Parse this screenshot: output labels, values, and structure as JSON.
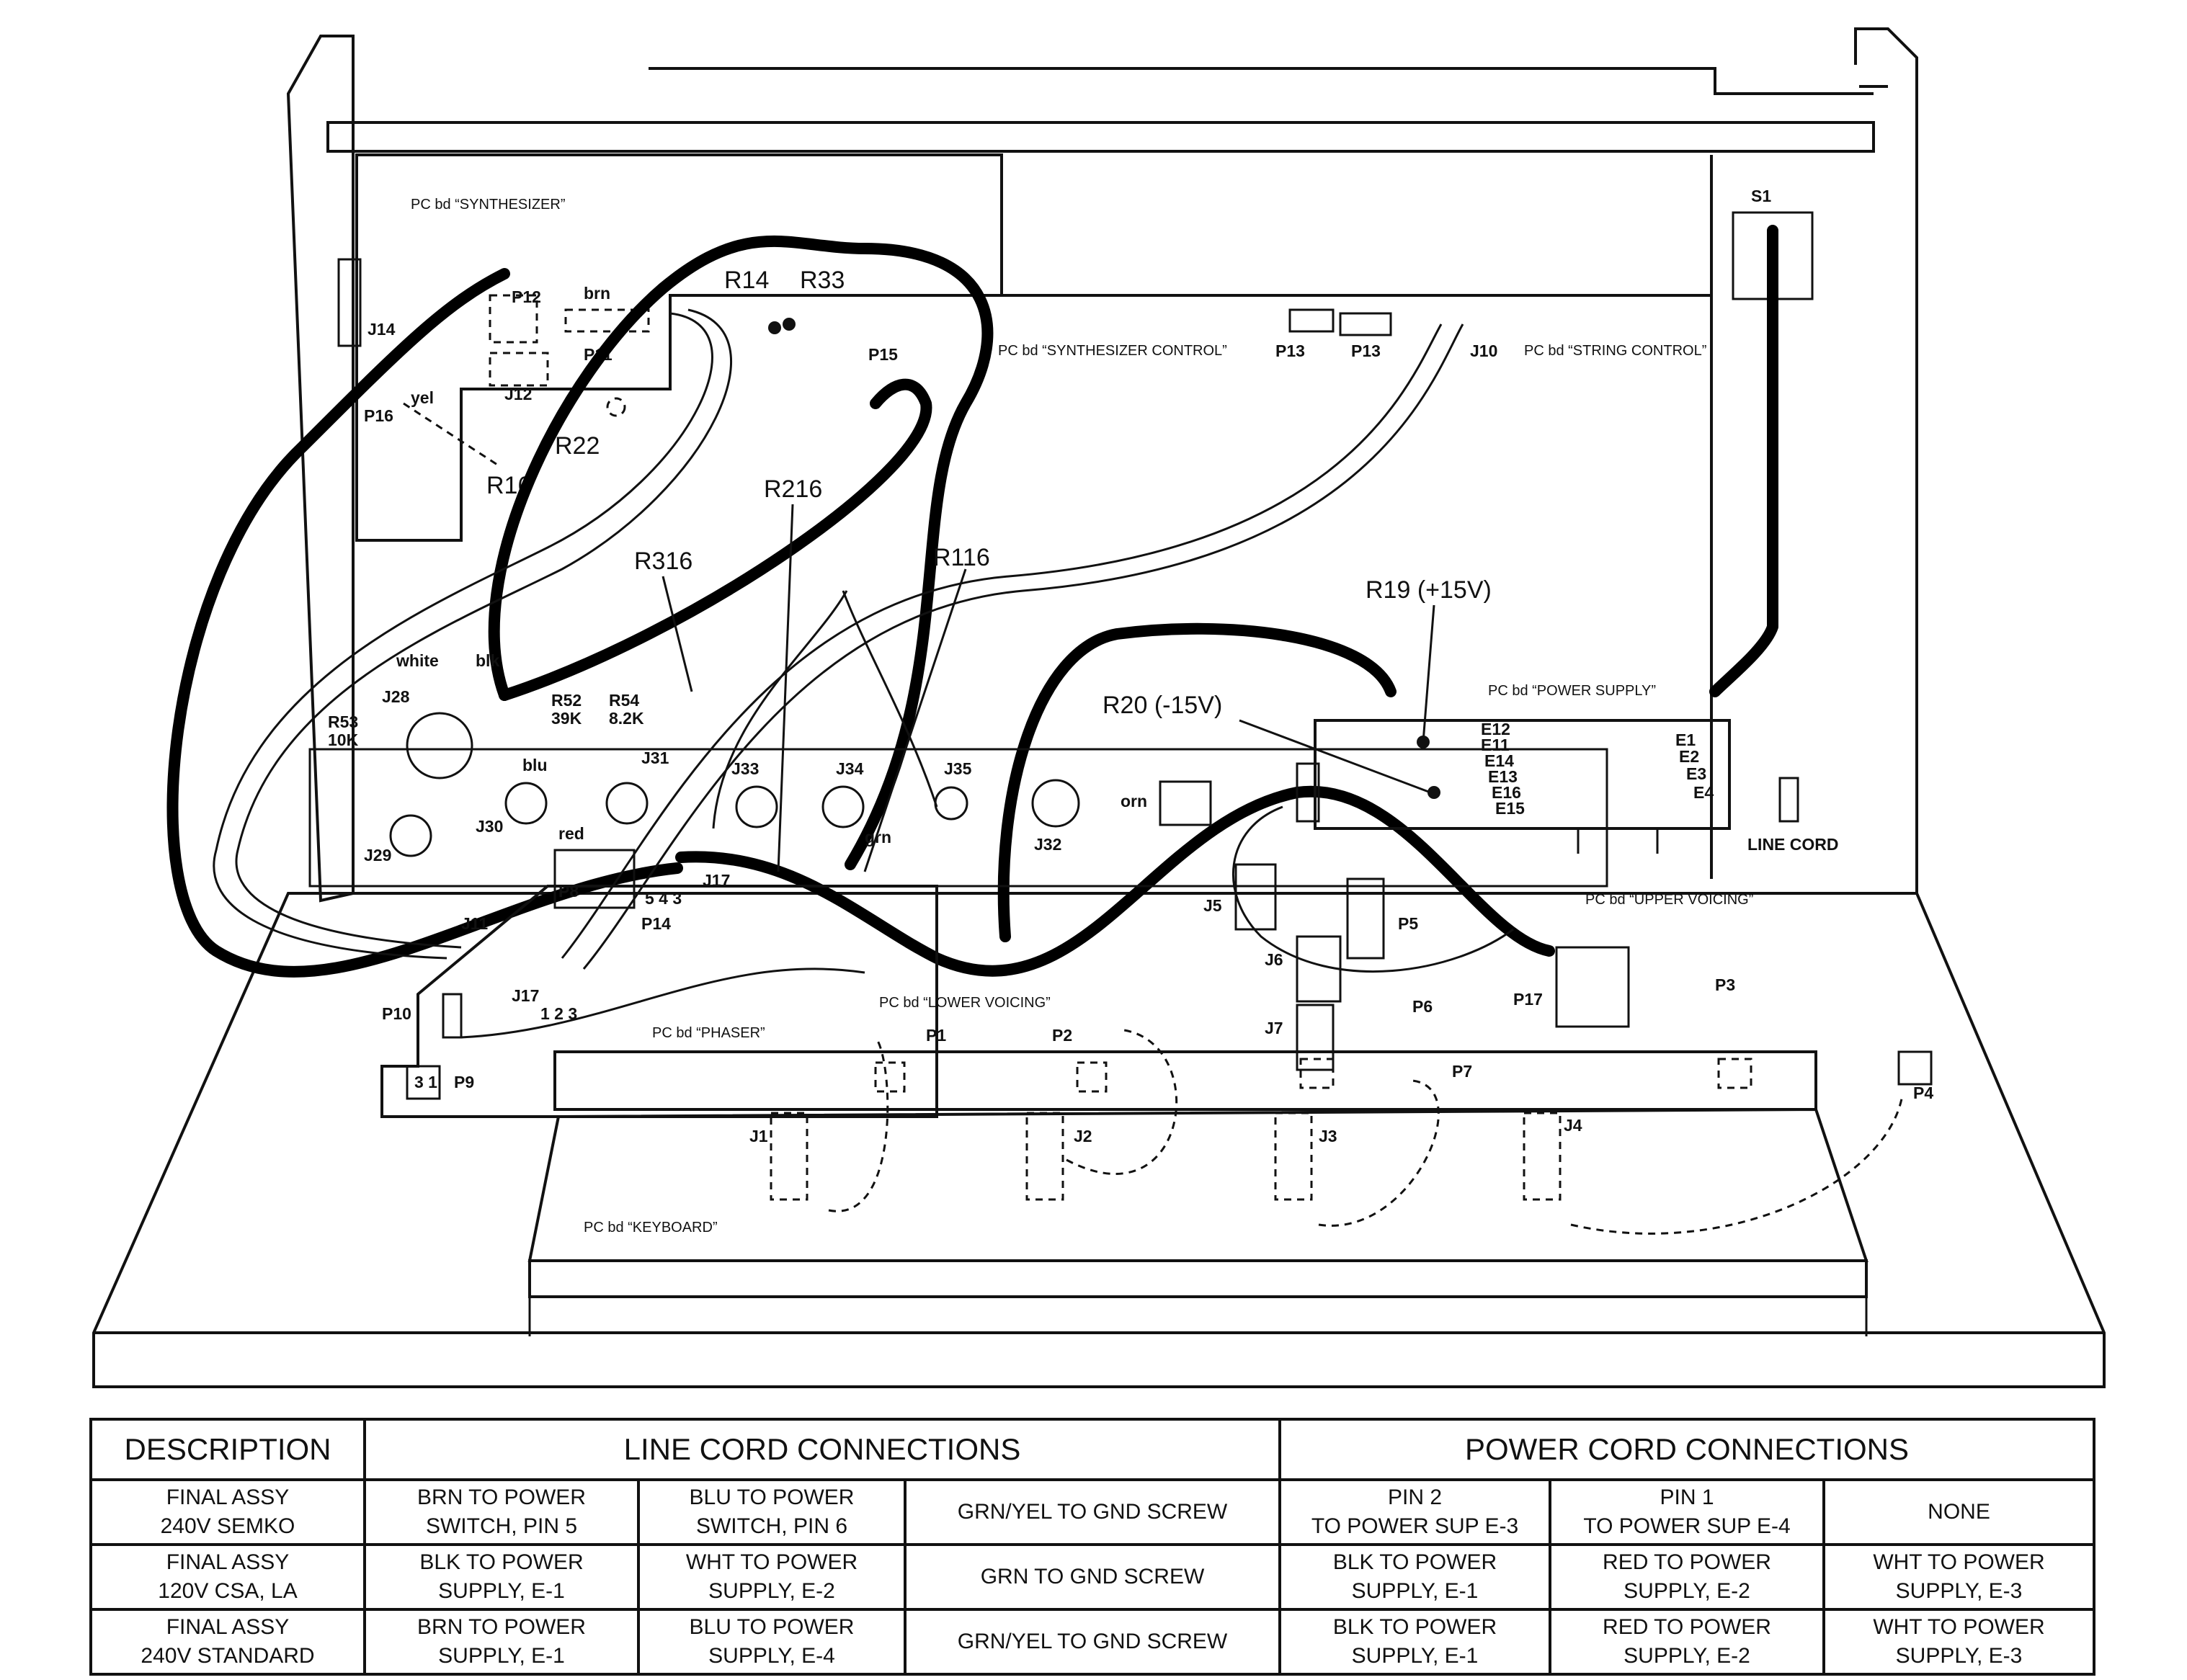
{
  "boards": {
    "synthesizer": "PC bd “SYNTHESIZER”",
    "synth_control": "PC bd “SYNTHESIZER CONTROL”",
    "string_control": "PC bd “STRING CONTROL”",
    "power_supply": "PC bd “POWER SUPPLY”",
    "upper_voicing": "PC bd “UPPER VOICING”",
    "lower_voicing": "PC bd “LOWER VOICING”",
    "phaser": "PC bd “PHASER”",
    "keyboard": "PC bd “KEYBOARD”"
  },
  "callouts": {
    "r14": "R14",
    "r33": "R33",
    "r22": "R22",
    "r16": "R16",
    "r216": "R216",
    "r316": "R316",
    "r116": "R116",
    "r19": "R19 (+15V)",
    "r20": "R20 (-15V)"
  },
  "small_labels": {
    "s1": "S1",
    "p12": "P12",
    "j14": "J14",
    "p11": "P11",
    "j12": "J12",
    "p16": "P16",
    "p15": "P15",
    "p13a": "P13",
    "p13b": "P13",
    "j10": "J10",
    "j28": "J28",
    "r53": "R53",
    "r53v": "10K",
    "r52": "R52",
    "r52v": "39K",
    "r54": "R54",
    "r54v": "8.2K",
    "j31": "J31",
    "j33": "J33",
    "j34": "J34",
    "j35": "J35",
    "j29": "J29",
    "j30": "J30",
    "j32": "J32",
    "j11": "J11",
    "p8": "P8",
    "j17a": "J17",
    "p14": "P14",
    "pins543": "5 4 3",
    "p10": "P10",
    "j17b": "J17",
    "pins123": "1 2 3",
    "p9": "P9",
    "p9pins": "3 1",
    "e12": "E12",
    "e11": "E11",
    "e14": "E14",
    "e13": "E13",
    "e16": "E16",
    "e15": "E15",
    "e1": "E1",
    "e2": "E2",
    "e3": "E3",
    "e4": "E4",
    "line_cord": "LINE CORD",
    "j5": "J5",
    "p5": "P5",
    "j6": "J6",
    "p6": "P6",
    "j7": "J7",
    "p7": "P7",
    "p17": "P17",
    "p1": "P1",
    "p2": "P2",
    "p3": "P3",
    "p4": "P4",
    "j1": "J1",
    "j2": "J2",
    "j3": "J3",
    "j4": "J4"
  },
  "wire_colors": {
    "brn": "brn",
    "blk": "blk",
    "red": "red",
    "white": "white",
    "yel": "yel",
    "blu": "blu",
    "orn": "orn",
    "grn": "grn"
  },
  "table": {
    "headers": [
      "DESCRIPTION",
      "LINE CORD CONNECTIONS",
      "POWER CORD CONNECTIONS"
    ],
    "rows": [
      [
        "FINAL ASSY\n240V SEMKO",
        "BRN TO POWER\nSWITCH, PIN 5",
        "BLU TO POWER\nSWITCH, PIN 6",
        "GRN/YEL TO GND SCREW",
        "PIN 2\nTO POWER SUP E-3",
        "PIN 1\nTO POWER SUP E-4",
        "NONE"
      ],
      [
        "FINAL ASSY\n120V CSA, LA",
        "BLK TO POWER\nSUPPLY, E-1",
        "WHT TO POWER\nSUPPLY, E-2",
        "GRN TO GND SCREW",
        "BLK TO POWER\nSUPPLY, E-1",
        "RED TO POWER\nSUPPLY, E-2",
        "WHT TO POWER\nSUPPLY, E-3"
      ],
      [
        "FINAL ASSY\n240V STANDARD",
        "BRN TO POWER\nSUPPLY, E-1",
        "BLU TO POWER\nSUPPLY, E-4",
        "GRN/YEL TO GND SCREW",
        "BLK TO POWER\nSUPPLY, E-1",
        "RED TO POWER\nSUPPLY, E-2",
        "WHT TO POWER\nSUPPLY, E-3"
      ]
    ]
  }
}
